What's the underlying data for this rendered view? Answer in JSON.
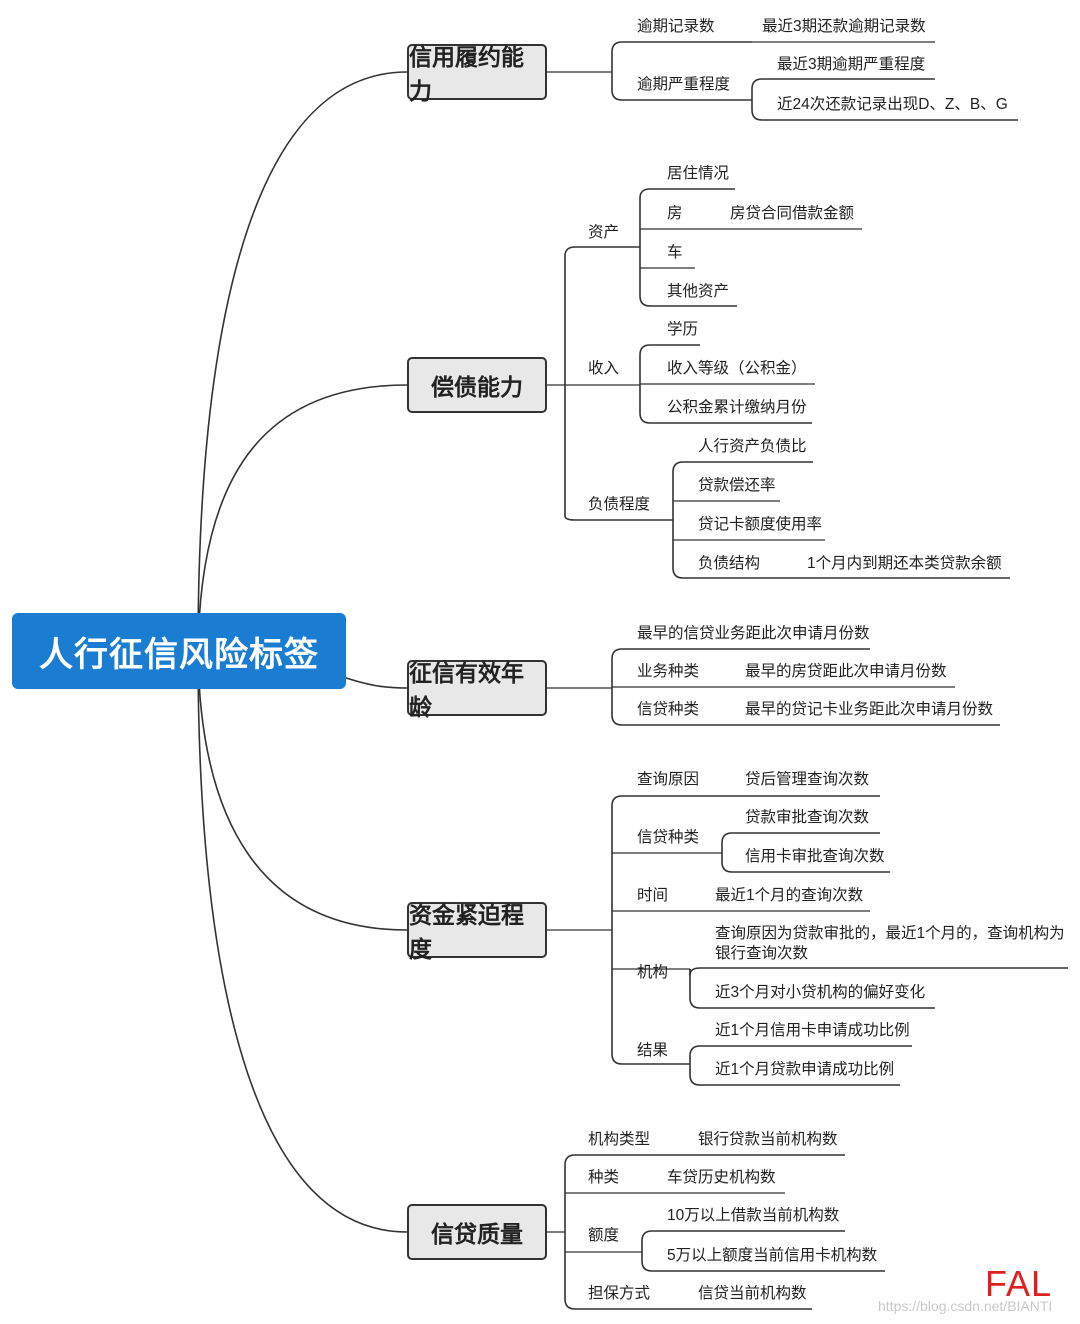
{
  "root": "人行征信风险标签",
  "branches": {
    "b1": {
      "title": "信用履约能力",
      "n1": "逾期记录数",
      "n1_1": "最近3期还款逾期记录数",
      "n2": "逾期严重程度",
      "n2_1": "最近3期逾期严重程度",
      "n2_2": "近24次还款记录出现D、Z、B、G"
    },
    "b2": {
      "title": "偿债能力",
      "asset": "资产",
      "asset_1": "居住情况",
      "asset_2": "房",
      "asset_2_1": "房贷合同借款金额",
      "asset_3": "车",
      "asset_4": "其他资产",
      "income": "收入",
      "income_1": "学历",
      "income_2": "收入等级（公积金）",
      "income_3": "公积金累计缴纳月份",
      "debt": "负债程度",
      "debt_1": "人行资产负债比",
      "debt_2": "贷款偿还率",
      "debt_3": "贷记卡额度使用率",
      "debt_4": "负债结构",
      "debt_4_1": "1个月内到期还本类贷款余额"
    },
    "b3": {
      "title": "征信有效年龄",
      "n1": "最早的信贷业务距此次申请月份数",
      "n2": "业务种类",
      "n2_1": "最早的房贷距此次申请月份数",
      "n3": "信贷种类",
      "n3_1": "最早的贷记卡业务距此次申请月份数"
    },
    "b4": {
      "title": "资金紧迫程度",
      "n1": "查询原因",
      "n1_1": "贷后管理查询次数",
      "n2": "信贷种类",
      "n2_1": "贷款审批查询次数",
      "n2_2": "信用卡审批查询次数",
      "n3": "时间",
      "n3_1": "最近1个月的查询次数",
      "n4": "机构",
      "n4_1a": "查询原因为贷款审批的，最近1个月的，查询机构为",
      "n4_1b": "银行查询次数",
      "n4_2": "近3个月对小贷机构的偏好变化",
      "n5": "结果",
      "n5_1": "近1个月信用卡申请成功比例",
      "n5_2": "近1个月贷款申请成功比例"
    },
    "b5": {
      "title": "信贷质量",
      "n1": "机构类型",
      "n1_1": "银行贷款当前机构数",
      "n2": "种类",
      "n2_1": "车贷历史机构数",
      "n3": "额度",
      "n3_1": "10万以上借款当前机构数",
      "n3_2": "5万以上额度当前信用卡机构数",
      "n4": "担保方式",
      "n4_1": "信贷当前机构数"
    }
  },
  "watermark": {
    "logo": "FAL",
    "url": "https://blog.csdn.net/BIANTI"
  },
  "colors": {
    "root_bg": "#1a7dd1",
    "node_bg": "#e8e8e8",
    "line": "#333333",
    "logo": "#e02020"
  }
}
